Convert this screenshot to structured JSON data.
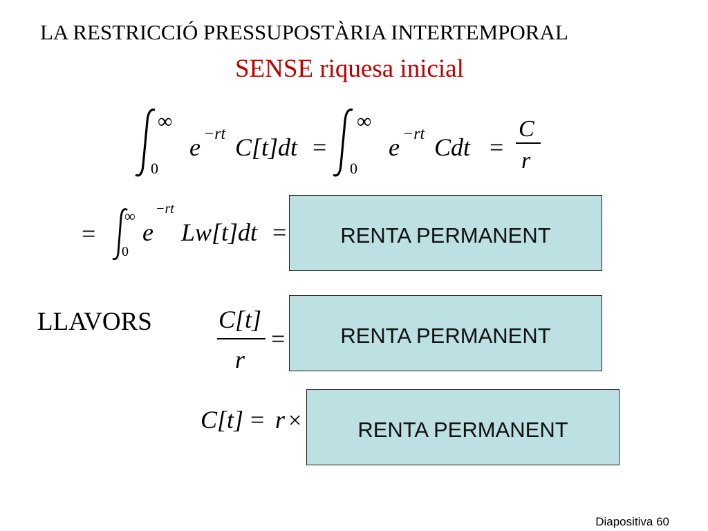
{
  "slide": {
    "title": "LA RESTRICCIÓ PRESSUPOSTÀRIA INTERTEMPORAL",
    "subtitle": "SENSE riquesa inicial",
    "llavors": "LLAVORS",
    "slide_number": "Diapositiva 60"
  },
  "boxes": [
    {
      "label": "RENTA PERMANENT"
    },
    {
      "label": "RENTA PERMANENT"
    },
    {
      "label": "RENTA PERMANENT"
    }
  ],
  "equations": {
    "eq1": {
      "upper": "∞",
      "lower": "0",
      "exp": "e",
      "exp_power": "−rt",
      "term1": "C[t]dt",
      "equals": "=",
      "term2": "Cdt",
      "frac_num": "C",
      "frac_den": "r"
    },
    "eq2": {
      "equals": "=",
      "upper": "∞",
      "lower": "0",
      "exp": "e",
      "exp_power": "−rt",
      "body": "Lw[t]dt",
      "trail": "="
    },
    "eq3": {
      "num": "C[t]",
      "den": "r",
      "trail": "="
    },
    "eq4": {
      "lhs": "C[t]",
      "eq": "=",
      "r": "r",
      "times": "×"
    }
  }
}
